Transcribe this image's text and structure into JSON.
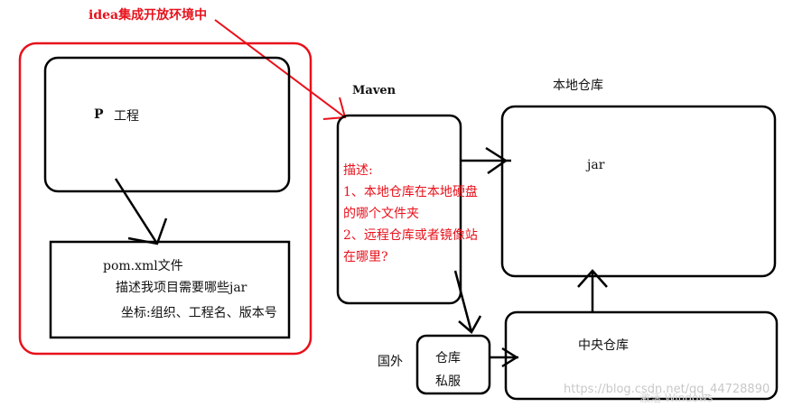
{
  "annotation": {
    "label": "idea集成开放环境中"
  },
  "project": {
    "title_prefix": "P",
    "title": "工程"
  },
  "pom": {
    "title": "pom.xml文件",
    "line1": "描述我项目需要哪些jar",
    "line2": "坐标:组织、工程名、版本号"
  },
  "maven": {
    "title": "Maven",
    "desc_heading": "描述:",
    "desc_line1": "1、本地仓库在本地硬盘",
    "desc_line2": "的哪个文件夹",
    "desc_line3": "2、远程仓库或者镜像站",
    "desc_line4": "在哪里?"
  },
  "local_repo": {
    "title": "本地仓库",
    "content": "jar"
  },
  "private_repo": {
    "prefix": "国外",
    "line1": "仓库",
    "line2": "私服"
  },
  "central_repo": {
    "title": "中央仓库"
  },
  "watermark": {
    "url": "https://blog.csdn.net/qq_44728890",
    "overlay": "激活 Windows"
  },
  "colors": {
    "annotation": "#e8111b",
    "stroke": "#000000"
  }
}
